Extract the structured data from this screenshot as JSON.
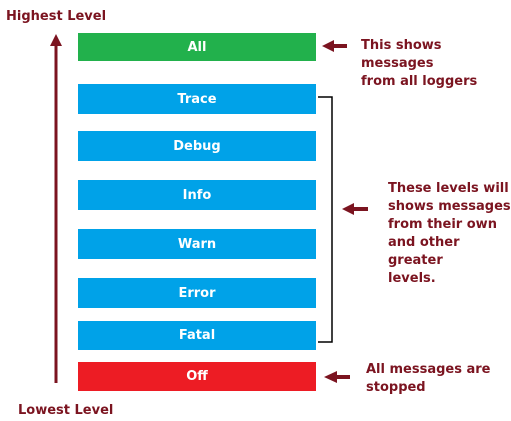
{
  "axis": {
    "top_label": "Highest Level",
    "bottom_label": "Lowest Level"
  },
  "levels": [
    {
      "label": "All",
      "color": "#22b14c"
    },
    {
      "label": "Trace",
      "color": "#00a2e8"
    },
    {
      "label": "Debug",
      "color": "#00a2e8"
    },
    {
      "label": "Info",
      "color": "#00a2e8"
    },
    {
      "label": "Warn",
      "color": "#00a2e8"
    },
    {
      "label": "Error",
      "color": "#00a2e8"
    },
    {
      "label": "Fatal",
      "color": "#00a2e8"
    },
    {
      "label": "Off",
      "color": "#ed1c24"
    }
  ],
  "notes": {
    "all": "This shows messages\nfrom all loggers",
    "middle": "These levels will\nshows messages\nfrom their own\nand other greater\nlevels.",
    "off": "All messages are\nstopped"
  },
  "colors": {
    "annotation": "#7b1420",
    "arrow": "#7b1420",
    "bracket": "#000000"
  }
}
